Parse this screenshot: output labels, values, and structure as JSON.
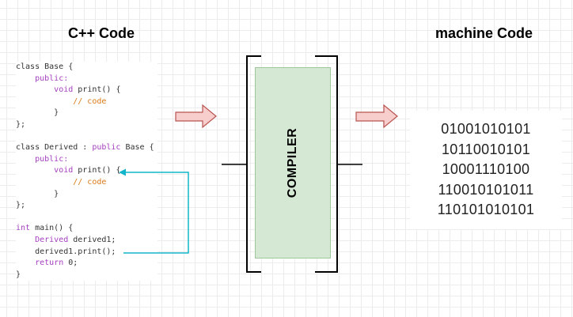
{
  "headings": {
    "cpp": "C++ Code",
    "machine": "machine Code"
  },
  "code_lines": [
    [
      {
        "t": "class Base {",
        "c": "plain"
      }
    ],
    [
      {
        "t": "    ",
        "c": "plain"
      },
      {
        "t": "public:",
        "c": "kw"
      }
    ],
    [
      {
        "t": "        ",
        "c": "plain"
      },
      {
        "t": "void",
        "c": "kw"
      },
      {
        "t": " print() {",
        "c": "plain"
      }
    ],
    [
      {
        "t": "            ",
        "c": "plain"
      },
      {
        "t": "// code",
        "c": "cm"
      }
    ],
    [
      {
        "t": "        }",
        "c": "plain"
      }
    ],
    [
      {
        "t": "};",
        "c": "plain"
      }
    ],
    [
      {
        "t": "",
        "c": "plain"
      }
    ],
    [
      {
        "t": "class Derived : ",
        "c": "plain"
      },
      {
        "t": "public",
        "c": "kw"
      },
      {
        "t": " Base {",
        "c": "plain"
      }
    ],
    [
      {
        "t": "    ",
        "c": "plain"
      },
      {
        "t": "public:",
        "c": "kw"
      }
    ],
    [
      {
        "t": "        ",
        "c": "plain"
      },
      {
        "t": "void",
        "c": "kw"
      },
      {
        "t": " print() {",
        "c": "plain"
      }
    ],
    [
      {
        "t": "            ",
        "c": "plain"
      },
      {
        "t": "// code",
        "c": "cm"
      }
    ],
    [
      {
        "t": "        }",
        "c": "plain"
      }
    ],
    [
      {
        "t": "};",
        "c": "plain"
      }
    ],
    [
      {
        "t": "",
        "c": "plain"
      }
    ],
    [
      {
        "t": "int",
        "c": "kw"
      },
      {
        "t": " main() {",
        "c": "plain"
      }
    ],
    [
      {
        "t": "    ",
        "c": "plain"
      },
      {
        "t": "Derived",
        "c": "kw"
      },
      {
        "t": " derived1;",
        "c": "plain"
      }
    ],
    [
      {
        "t": "    derived1.print();",
        "c": "plain"
      }
    ],
    [
      {
        "t": "    ",
        "c": "plain"
      },
      {
        "t": "return",
        "c": "kw"
      },
      {
        "t": " 0;",
        "c": "plain"
      }
    ],
    [
      {
        "t": "}",
        "c": "plain"
      }
    ]
  ],
  "compiler": {
    "label": "COMPILER"
  },
  "machine_code": [
    "01001010101",
    "10110010101",
    "10001110100",
    "110010101011",
    "110101010101"
  ],
  "colors": {
    "compiler_fill": "#d5e8d4",
    "compiler_stroke": "#9fc79b",
    "arrow_fill": "#f8cecc",
    "arrow_stroke": "#b85450",
    "connector": "#12b5c9",
    "keyword": "#a43fbf",
    "comment": "#d97a17"
  }
}
